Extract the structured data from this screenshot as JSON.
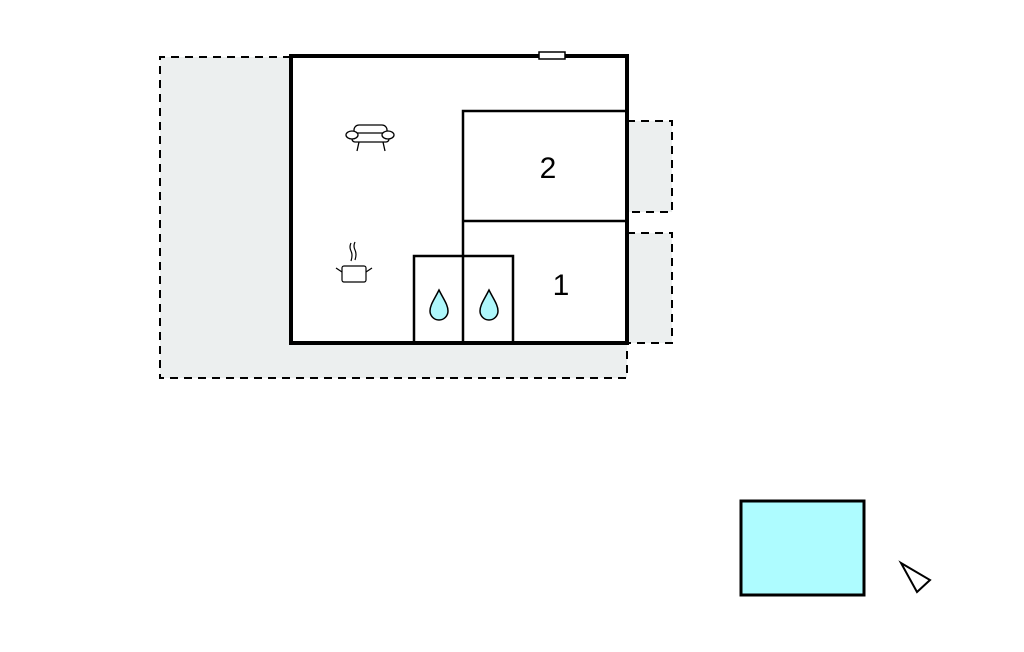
{
  "rooms": {
    "bedroom_2": {
      "label": "2"
    },
    "bedroom_1": {
      "label": "1"
    }
  },
  "icons": [
    "sofa-icon",
    "cooking-pot-icon",
    "water-drop-icon",
    "water-drop-icon",
    "pool",
    "north-arrow-icon"
  ],
  "colors": {
    "wall": "#000000",
    "terrace": "#ecefef",
    "water": "#aef7fb",
    "pool": "#aefcff"
  }
}
